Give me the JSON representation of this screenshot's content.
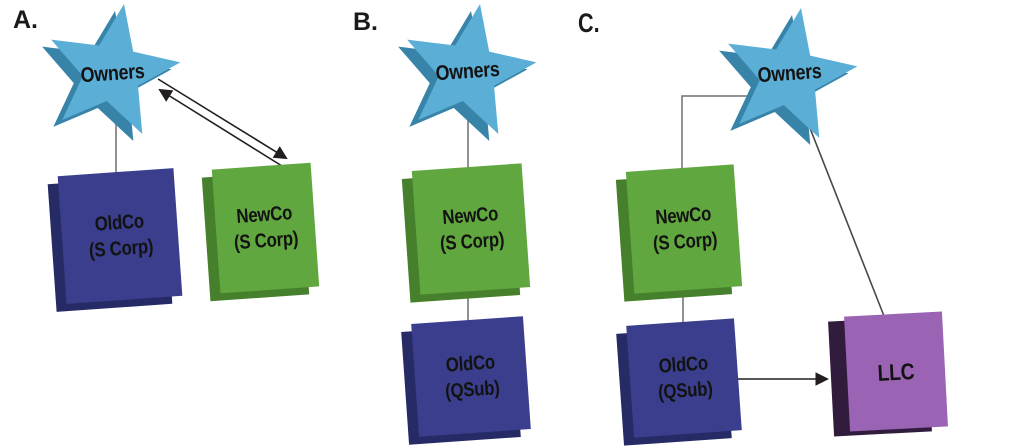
{
  "figure": {
    "panels": [
      {
        "label": "A.",
        "star_label": "Owners",
        "boxes": [
          {
            "name": "OldCo",
            "line1": "OldCo",
            "line2": "(S Corp)"
          },
          {
            "name": "NewCo",
            "line1": "NewCo",
            "line2": "(S Corp)"
          }
        ],
        "edges": [
          "Owners - OldCo (plain line)",
          "Owners <-> NewCo (two opposing arrows)"
        ]
      },
      {
        "label": "B.",
        "star_label": "Owners",
        "boxes": [
          {
            "name": "NewCo",
            "line1": "NewCo",
            "line2": "(S Corp)"
          },
          {
            "name": "OldCo",
            "line1": "OldCo",
            "line2": "(QSub)"
          }
        ],
        "edges": [
          "Owners - NewCo (plain line)",
          "NewCo - OldCo (plain line)"
        ]
      },
      {
        "label": "C.",
        "star_label": "Owners",
        "boxes": [
          {
            "name": "NewCo",
            "line1": "NewCo",
            "line2": "(S Corp)"
          },
          {
            "name": "OldCo",
            "line1": "OldCo",
            "line2": "(QSub)"
          },
          {
            "name": "LLC",
            "line1": "LLC"
          }
        ],
        "edges": [
          "Owners - NewCo (bent line)",
          "Owners - LLC (diagonal line)",
          "NewCo - OldCo (plain line)",
          "OldCo -> LLC (arrow)"
        ]
      }
    ],
    "colors": {
      "star_light": "#5BAFD7",
      "star_dark": "#3884A9",
      "oldco_front": "#3A3E8C",
      "oldco_side": "#262B66",
      "newco_front": "#61A73F",
      "newco_side": "#46802C",
      "llc_front": "#9B63B3",
      "llc_side": "#321C3E",
      "connector_gray": "#6D6E71",
      "arrow_black": "#231F20",
      "text": "#121212",
      "background": "#FFFFFF"
    }
  }
}
